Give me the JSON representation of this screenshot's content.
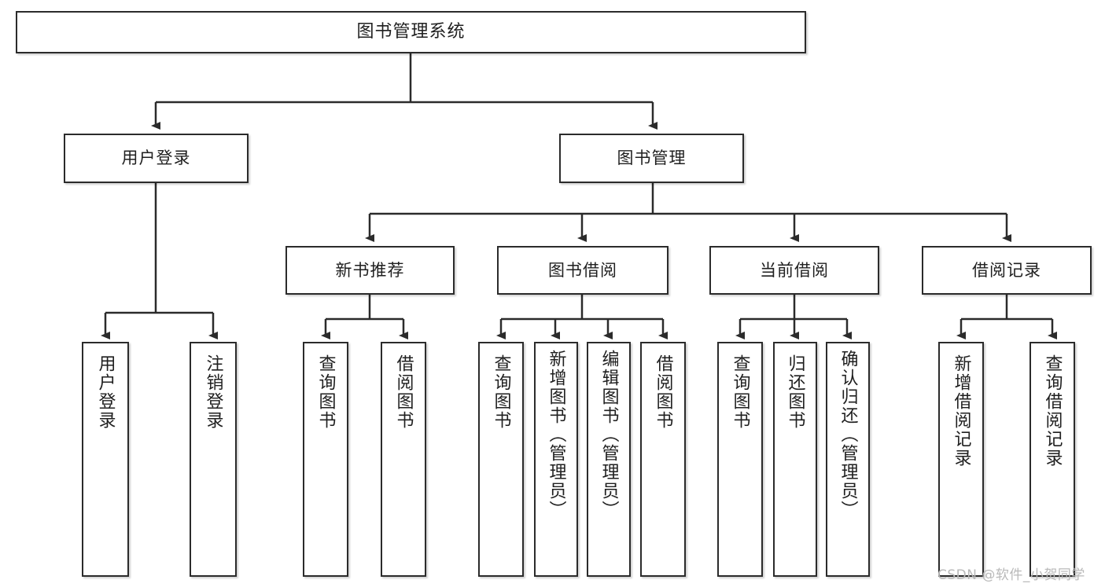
{
  "diagram": {
    "type": "tree-hierarchy",
    "title": "图书管理系统",
    "nodes": {
      "root": {
        "label": "图书管理系统"
      },
      "level2": [
        {
          "id": "user-login",
          "label": "用户登录"
        },
        {
          "id": "book-manage",
          "label": "图书管理"
        }
      ],
      "level3": [
        {
          "id": "new-book-recommend",
          "label": "新书推荐"
        },
        {
          "id": "book-borrow",
          "label": "图书借阅"
        },
        {
          "id": "current-borrow",
          "label": "当前借阅"
        },
        {
          "id": "borrow-record",
          "label": "借阅记录"
        }
      ],
      "leaves": [
        {
          "id": "leaf-user-login",
          "label": "用户登录",
          "parent": "user-login"
        },
        {
          "id": "leaf-user-logout",
          "label": "注销登录",
          "parent": "user-login"
        },
        {
          "id": "leaf-query-book-1",
          "label": "查询图书",
          "parent": "new-book-recommend"
        },
        {
          "id": "leaf-borrow-book-1",
          "label": "借阅图书",
          "parent": "new-book-recommend"
        },
        {
          "id": "leaf-query-book-2",
          "label": "查询图书",
          "parent": "book-borrow"
        },
        {
          "id": "leaf-add-book",
          "label": "新增图书（管理员）",
          "parent": "book-borrow"
        },
        {
          "id": "leaf-edit-book",
          "label": "编辑图书（管理员）",
          "parent": "book-borrow"
        },
        {
          "id": "leaf-borrow-book-2",
          "label": "借阅图书",
          "parent": "book-borrow"
        },
        {
          "id": "leaf-query-book-3",
          "label": "查询图书",
          "parent": "current-borrow"
        },
        {
          "id": "leaf-return-book",
          "label": "归还图书",
          "parent": "current-borrow"
        },
        {
          "id": "leaf-confirm-return",
          "label": "确认归还（管理员）",
          "parent": "current-borrow"
        },
        {
          "id": "leaf-add-record",
          "label": "新增借阅记录",
          "parent": "borrow-record"
        },
        {
          "id": "leaf-query-record",
          "label": "查询借阅记录",
          "parent": "borrow-record"
        }
      ]
    }
  },
  "watermark": {
    "text": "CSDN @软件_小贺同学"
  },
  "colors": {
    "background": "#ffffff",
    "box_border": "#2b2b2b",
    "box_fill": "#ffffff",
    "text": "#1f1f1f",
    "edge": "#2b2b2b",
    "watermark": "#b9b9b9"
  }
}
